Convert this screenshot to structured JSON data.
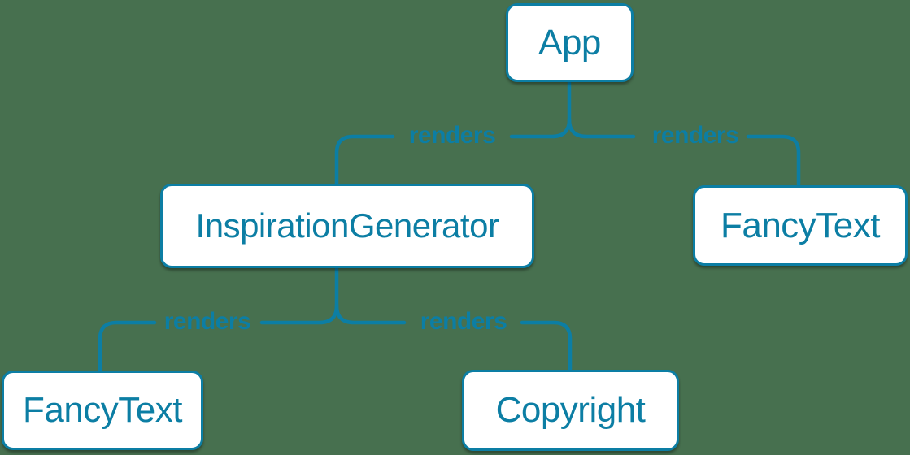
{
  "colors": {
    "background": "#47704f",
    "accent": "#0c7ea4",
    "node_fill": "#ffffff"
  },
  "diagram": {
    "type": "component-render-tree",
    "nodes": [
      {
        "id": "app",
        "label": "App"
      },
      {
        "id": "inspiration",
        "label": "InspirationGenerator"
      },
      {
        "id": "fancytext-right",
        "label": "FancyText"
      },
      {
        "id": "fancytext-left",
        "label": "FancyText"
      },
      {
        "id": "copyright",
        "label": "Copyright"
      }
    ],
    "edges": [
      {
        "from": "App",
        "to": "InspirationGenerator",
        "label": "renders"
      },
      {
        "from": "App",
        "to": "FancyText",
        "label": "renders"
      },
      {
        "from": "InspirationGenerator",
        "to": "FancyText",
        "label": "renders"
      },
      {
        "from": "InspirationGenerator",
        "to": "Copyright",
        "label": "renders"
      }
    ]
  }
}
